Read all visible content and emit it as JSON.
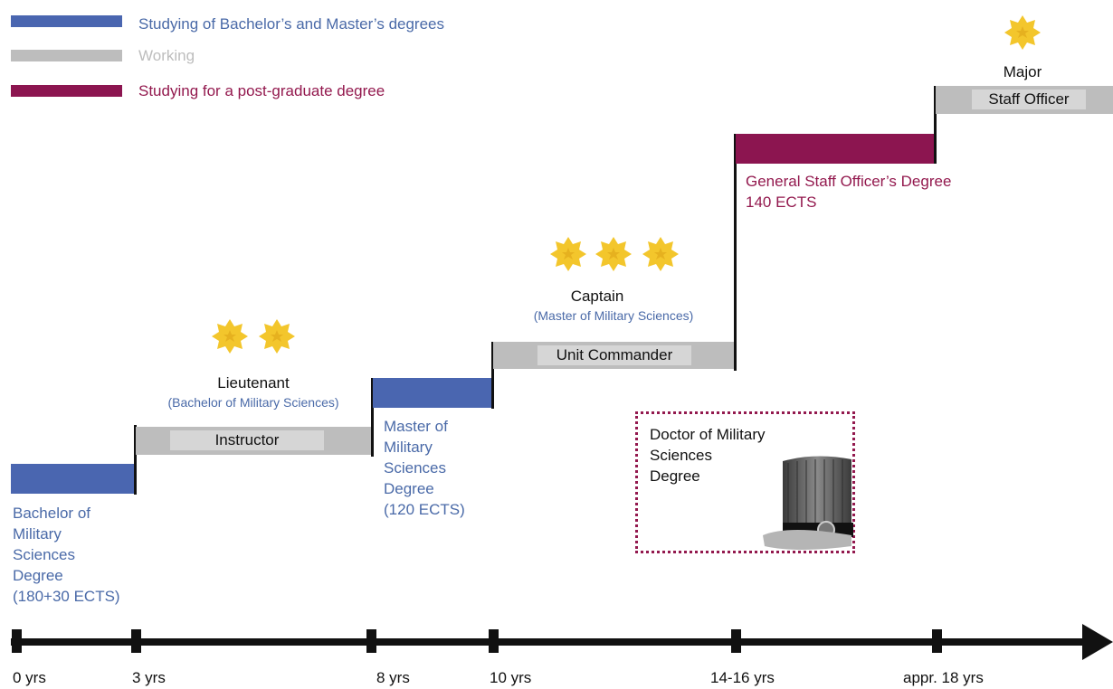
{
  "legend": [
    {
      "label": "Studying of Bachelor’s and Master’s degrees",
      "color": "#4a66b0"
    },
    {
      "label": "Working",
      "color": "#bdbdbd"
    },
    {
      "label": "Studying for a post-graduate degree",
      "color": "#8c1550"
    }
  ],
  "stages": {
    "bachelor": [
      "Bachelor of",
      "Military",
      "Sciences",
      "Degree",
      "(180+30 ECTS)"
    ],
    "instructor": "Instructor",
    "lieutenant": {
      "rank": "Lieutenant",
      "note": "(Bachelor of Military Sciences)"
    },
    "master": [
      "Master of",
      "Military",
      "Sciences",
      "Degree",
      "(120 ECTS)"
    ],
    "unit_commander": "Unit Commander",
    "captain": {
      "rank": "Captain",
      "note": "(Master of Military Sciences)"
    },
    "doctor": [
      "Doctor of Military",
      "Sciences",
      "Degree"
    ],
    "general_staff": [
      "General Staff Officer’s Degree",
      "140 ECTS"
    ],
    "staff_officer": "Staff Officer",
    "major": {
      "rank": "Major"
    }
  },
  "timeline": [
    "0 yrs",
    "3 yrs",
    "8 yrs",
    "10 yrs",
    "14-16 yrs",
    "appr. 18 yrs"
  ],
  "colors": {
    "blue": "#4a66b0",
    "gray": "#bdbdbd",
    "maroon": "#8c1550",
    "star": "#f3c62c",
    "text_blue": "#4a6aa8"
  }
}
